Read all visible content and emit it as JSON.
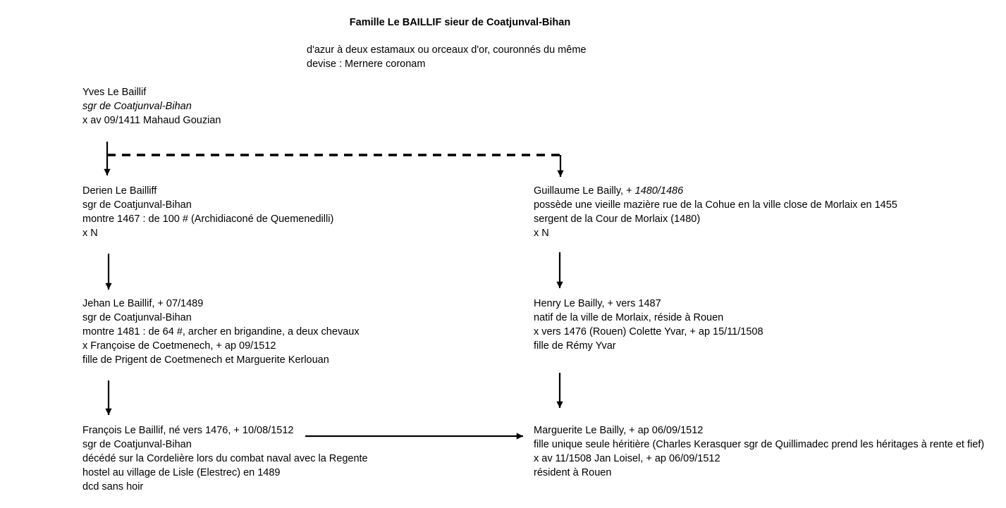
{
  "header": {
    "title": "Famille Le BAILLIF sieur de Coatjunval-Bihan",
    "blazon": "d'azur à deux estamaux ou orceaux d'or, couronnés du même",
    "devise": "devise : Mernere coronam"
  },
  "colors": {
    "background": "#ffffff",
    "text": "#000000",
    "connector": "#000000"
  },
  "persons": {
    "yves": {
      "lines": [
        [
          {
            "text": "Yves Le Baillif",
            "italic": false
          }
        ],
        [
          {
            "text": "sgr de Coatjunval-Bihan",
            "italic": true
          }
        ],
        [
          {
            "text": "x av 09/1411 Mahaud Gouzian",
            "italic": false
          }
        ]
      ]
    },
    "derien": {
      "lines": [
        [
          {
            "text": "Derien Le Bailliff",
            "italic": false
          }
        ],
        [
          {
            "text": "sgr de Coatjunval-Bihan",
            "italic": false
          }
        ],
        [
          {
            "text": "montre 1467 : de 100 # (Archidiaconé de Quemenedilli)",
            "italic": false
          }
        ],
        [
          {
            "text": "x N",
            "italic": false
          }
        ]
      ]
    },
    "guillaume": {
      "lines": [
        [
          {
            "text": "Guillaume Le Bailly, + ",
            "italic": false
          },
          {
            "text": "1480/1486",
            "italic": true
          }
        ],
        [
          {
            "text": "possède une vieille mazière rue de la Cohue en la ville close de Morlaix en 1455",
            "italic": false
          }
        ],
        [
          {
            "text": "sergent de la Cour de Morlaix (1480)",
            "italic": false
          }
        ],
        [
          {
            "text": "x N",
            "italic": false
          }
        ]
      ]
    },
    "jehan": {
      "lines": [
        [
          {
            "text": "Jehan Le Baillif, + 07/1489",
            "italic": false
          }
        ],
        [
          {
            "text": "sgr de Coatjunval-Bihan",
            "italic": false
          }
        ],
        [
          {
            "text": "montre 1481 : de 64 #, archer en brigandine, a deux chevaux",
            "italic": false
          }
        ],
        [
          {
            "text": "x Françoise de Coetmenech, + ap 09/1512",
            "italic": false
          }
        ],
        [
          {
            "text": "fille de Prigent de Coetmenech et Marguerite Kerlouan",
            "italic": false
          }
        ]
      ]
    },
    "henry": {
      "lines": [
        [
          {
            "text": "Henry Le Bailly, + vers 1487",
            "italic": false
          }
        ],
        [
          {
            "text": "natif de la ville de Morlaix, réside à Rouen",
            "italic": false
          }
        ],
        [
          {
            "text": "x vers 1476 (Rouen) Colette Yvar, + ap 15/11/1508",
            "italic": false
          }
        ],
        [
          {
            "text": "fille de Rémy Yvar",
            "italic": false
          }
        ]
      ]
    },
    "francois": {
      "lines": [
        [
          {
            "text": "François Le Baillif, né vers 1476, + 10/08/1512",
            "italic": false
          }
        ],
        [
          {
            "text": "sgr de Coatjunval-Bihan",
            "italic": false
          }
        ],
        [
          {
            "text": "décédé sur la Cordelière lors du combat naval avec la Regente",
            "italic": false
          }
        ],
        [
          {
            "text": "hostel au village de Lisle (Elestrec) en 1489",
            "italic": false
          }
        ],
        [
          {
            "text": "dcd sans hoir",
            "italic": false
          }
        ]
      ]
    },
    "marguerite": {
      "lines": [
        [
          {
            "text": "Marguerite Le Bailly, + ap 06/09/1512",
            "italic": false
          }
        ],
        [
          {
            "text": "fille unique seule héritière (Charles Kerasquer sgr de Quillimadec prend les héritages à rente et fief)",
            "italic": false
          }
        ],
        [
          {
            "text": "x av 11/1508 Jan Loisel, + ap 06/09/1512",
            "italic": false
          }
        ],
        [
          {
            "text": "résident à Rouen",
            "italic": false
          }
        ]
      ]
    }
  }
}
